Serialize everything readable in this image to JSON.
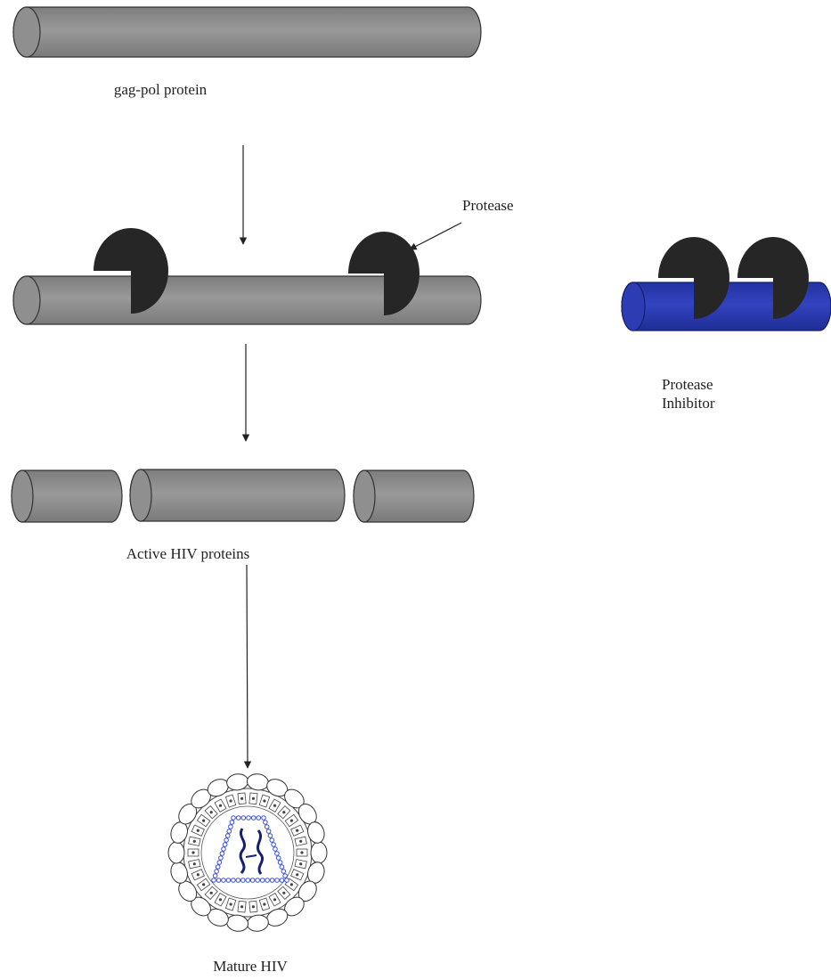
{
  "labels": {
    "gag_pol": "gag-pol protein",
    "protease": "Protease",
    "active_hiv": "Active HIV proteins",
    "mature_hiv": "Mature HIV",
    "inhibitor_line1": "Protease",
    "inhibitor_line2": "Inhibitor"
  },
  "colors": {
    "cylinder_gray": "#8e8e8e",
    "protease_black": "#262626",
    "inhibitor_blue": "#2b3bb0",
    "capsid_blue": "#3a4fd0"
  }
}
